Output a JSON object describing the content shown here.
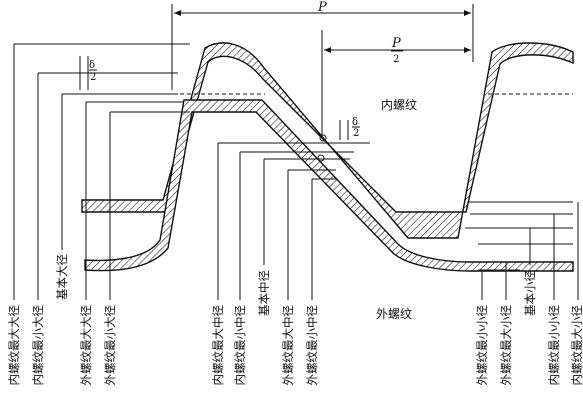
{
  "dims": {
    "P": "P",
    "half_P_num": "P",
    "half_P_den": "2",
    "delta_num": "δ",
    "delta_den": "2"
  },
  "labels": {
    "internal_thread": "内螺纹",
    "external_thread": "外螺纹"
  },
  "left_diameters": [
    "内螺纹最大大径",
    "内螺纹最小大径",
    "基本大径",
    "外螺纹最大大径",
    "外螺纹最小大径"
  ],
  "pitch_diameters": [
    "内螺纹最大中径",
    "内螺纹最小中径",
    "基本中径",
    "外螺纹最大中径",
    "外螺纹最小中径"
  ],
  "right_diameters": [
    "外螺纹最小小径",
    "外螺纹最大小径",
    "基本小径",
    "内螺纹最小小径",
    "内螺纹最大小径"
  ]
}
